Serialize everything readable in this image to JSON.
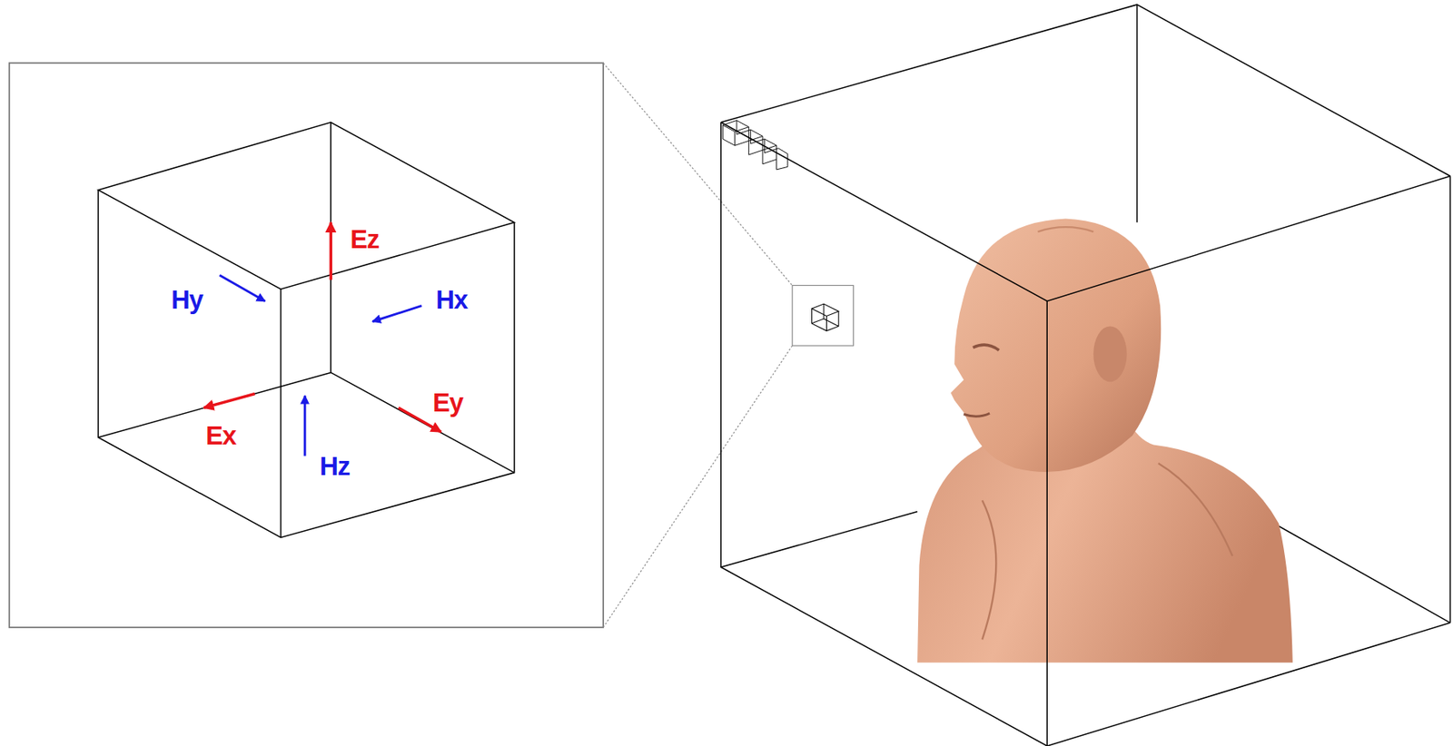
{
  "diagram": {
    "labels": [
      "Ez",
      "Hy",
      "Hx",
      "Ex",
      "Ey",
      "Hz"
    ]
  }
}
